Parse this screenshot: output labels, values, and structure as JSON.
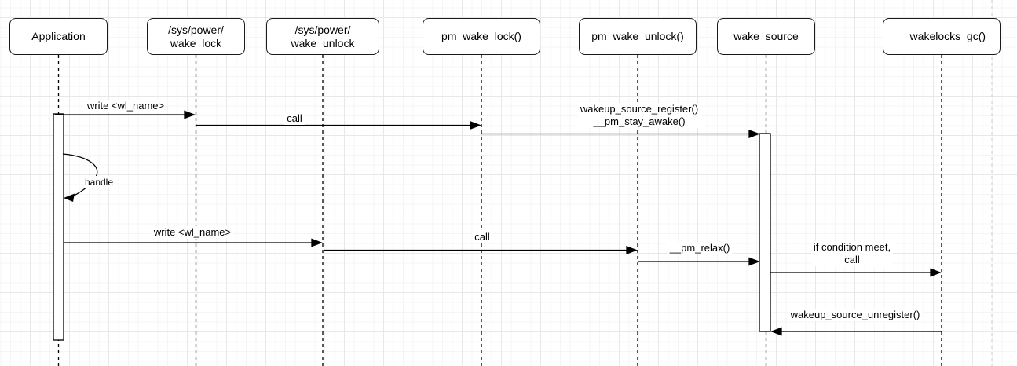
{
  "diagram": {
    "type": "sequence",
    "actors": [
      {
        "label": "Application"
      },
      {
        "label": "/sys/power/\nwake_lock"
      },
      {
        "label": "/sys/power/\nwake_unlock"
      },
      {
        "label": "pm_wake_lock()"
      },
      {
        "label": "pm_wake_unlock()"
      },
      {
        "label": "wake_source"
      },
      {
        "label": "__wakelocks_gc()"
      }
    ],
    "messages": [
      {
        "from": "Application",
        "to": "/sys/power/wake_lock",
        "label": "write <wl_name>"
      },
      {
        "from": "/sys/power/wake_lock",
        "to": "pm_wake_lock()",
        "label": "call"
      },
      {
        "from": "pm_wake_lock()",
        "to": "wake_source",
        "label": "wakeup_source_register()\n__pm_stay_awake()"
      },
      {
        "from": "Application",
        "to": "Application",
        "label": "handle",
        "self": true
      },
      {
        "from": "Application",
        "to": "/sys/power/wake_unlock",
        "label": "write <wl_name>"
      },
      {
        "from": "/sys/power/wake_unlock",
        "to": "pm_wake_unlock()",
        "label": "call"
      },
      {
        "from": "pm_wake_unlock()",
        "to": "wake_source",
        "label": "__pm_relax()"
      },
      {
        "from": "wake_source",
        "to": "__wakelocks_gc()",
        "label": "if condition meet,\ncall"
      },
      {
        "from": "__wakelocks_gc()",
        "to": "wake_source",
        "label": "wakeup_source_unregister()"
      }
    ],
    "colors": {
      "stroke": "#000000",
      "background": "#ffffff",
      "grid_minor": "#f5f5f5",
      "grid_major": "#e8e8e8",
      "page_boundary": "#d8d8d8",
      "label_background": "#ffffff"
    }
  }
}
